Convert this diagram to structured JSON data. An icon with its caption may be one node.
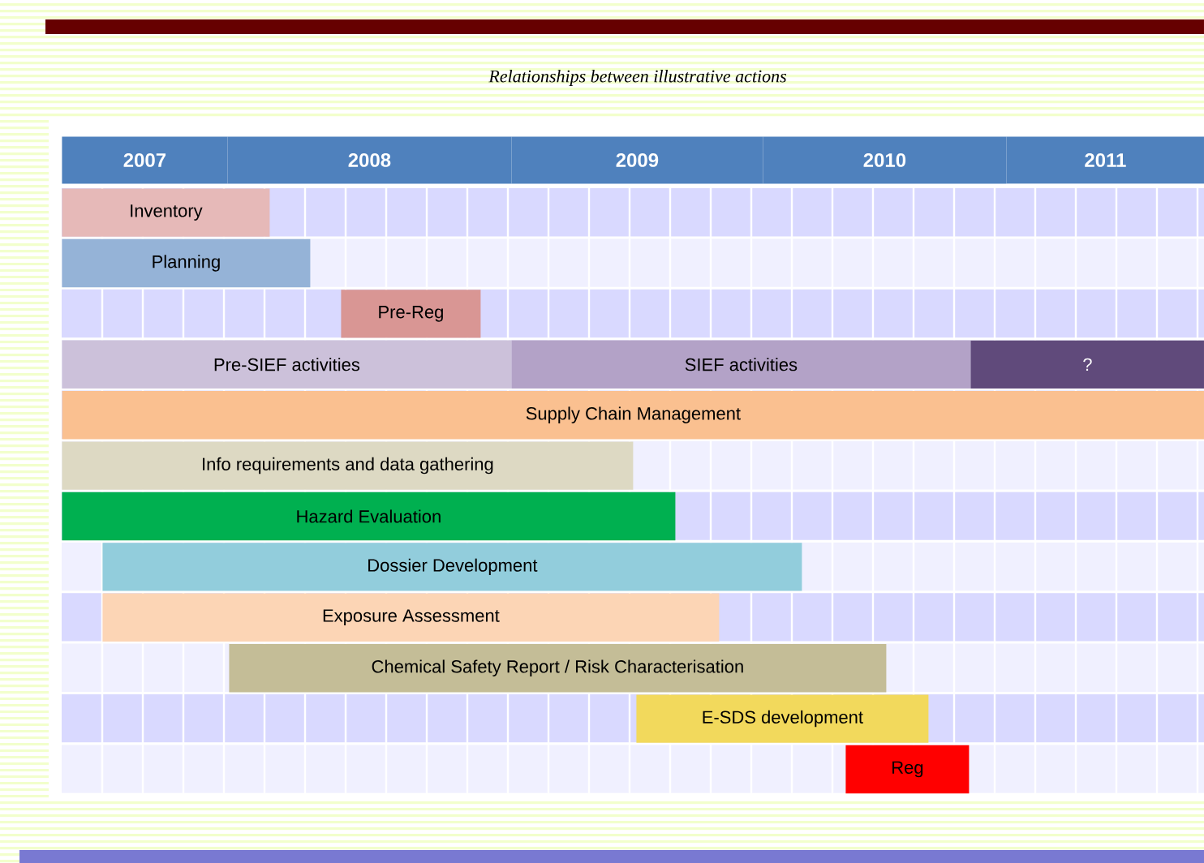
{
  "diagram": {
    "title": "Relationships between illustrative actions",
    "nodes": [
      {
        "text": [
          "2007"
        ]
      },
      {
        "text": [
          "2008"
        ]
      },
      {
        "text": [
          "2009"
        ]
      },
      {
        "text": [
          "2010"
        ]
      },
      {
        "text": [
          "2011"
        ]
      },
      {
        "text": [
          "Inventory"
        ]
      },
      {
        "text": [
          "Planning"
        ]
      },
      {
        "text": [
          "Pre-Reg"
        ]
      },
      {
        "text": [
          "Pre-SIEF activities"
        ]
      },
      {
        "text": [
          "SIEF activities"
        ]
      },
      {
        "text": [
          "?"
        ]
      },
      {
        "text": [
          "Supply Chain Management"
        ]
      },
      {
        "text": [
          "Info requirements and data gathering"
        ]
      },
      {
        "text": [
          "Hazard Evaluation"
        ]
      },
      {
        "text": [
          "Dossier Development"
        ]
      },
      {
        "text": [
          "Exposure Assessment"
        ]
      },
      {
        "text": [
          "Chemical Safety Report / Risk Characterisation"
        ]
      },
      {
        "text": [
          "E-SDS development"
        ]
      },
      {
        "text": [
          "Reg"
        ]
      }
    ]
  }
}
